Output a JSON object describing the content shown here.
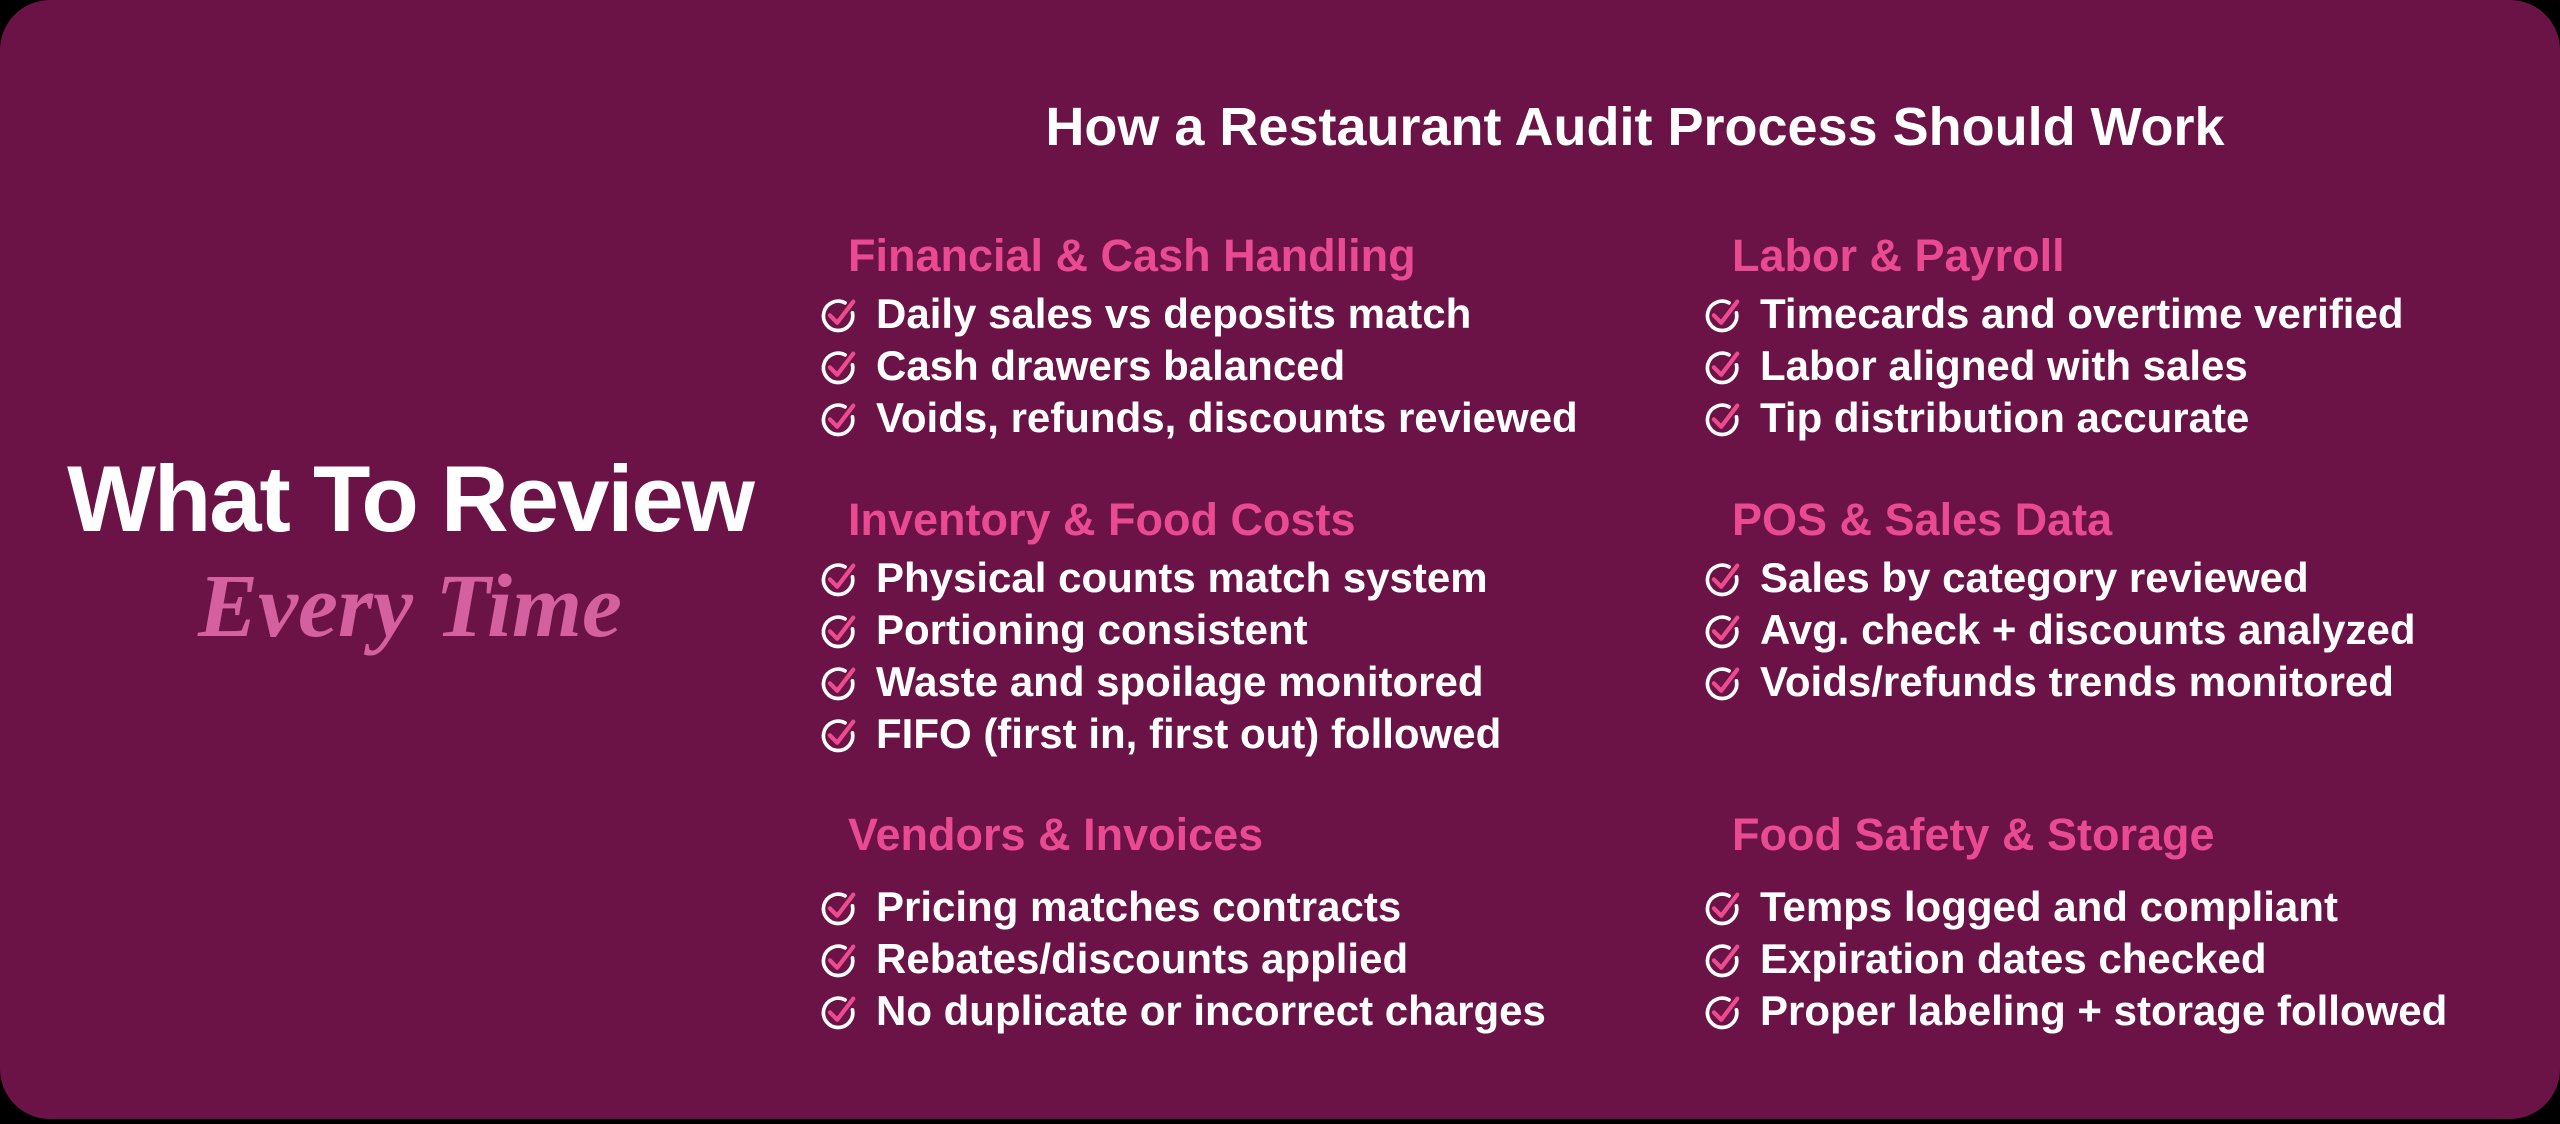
{
  "page": {
    "title": "How a Restaurant Audit Process Should Work",
    "left_heading_line1": "What To Review",
    "left_heading_line2": "Every Time"
  },
  "colors": {
    "outer_background": "#000000",
    "card_background": "#6B1346",
    "heading_pink": "#E94A92",
    "subtitle_pink": "#D4609F",
    "check_pink": "#EC4B8F",
    "text_white": "#FFFFFF"
  },
  "icons": {
    "list_marker": "check-circle-icon"
  },
  "sections": [
    {
      "title": "Financial & Cash Handling",
      "items": [
        "Daily sales vs deposits match",
        "Cash drawers balanced",
        "Voids, refunds, discounts reviewed"
      ]
    },
    {
      "title": "Labor & Payroll",
      "items": [
        "Timecards and overtime verified",
        "Labor aligned with sales",
        "Tip distribution accurate"
      ]
    },
    {
      "title": "Inventory & Food Costs",
      "items": [
        "Physical counts match system",
        "Portioning consistent",
        "Waste and spoilage monitored",
        "FIFO (first in, first out) followed"
      ]
    },
    {
      "title": "POS & Sales Data",
      "items": [
        "Sales by category reviewed",
        "Avg. check + discounts analyzed",
        "Voids/refunds trends monitored"
      ]
    },
    {
      "title": "Vendors & Invoices",
      "items": [
        "Pricing matches contracts",
        "Rebates/discounts applied",
        "No duplicate or incorrect charges"
      ]
    },
    {
      "title": "Food Safety & Storage",
      "items": [
        "Temps logged and compliant",
        "Expiration dates checked",
        "Proper labeling + storage followed"
      ]
    }
  ]
}
